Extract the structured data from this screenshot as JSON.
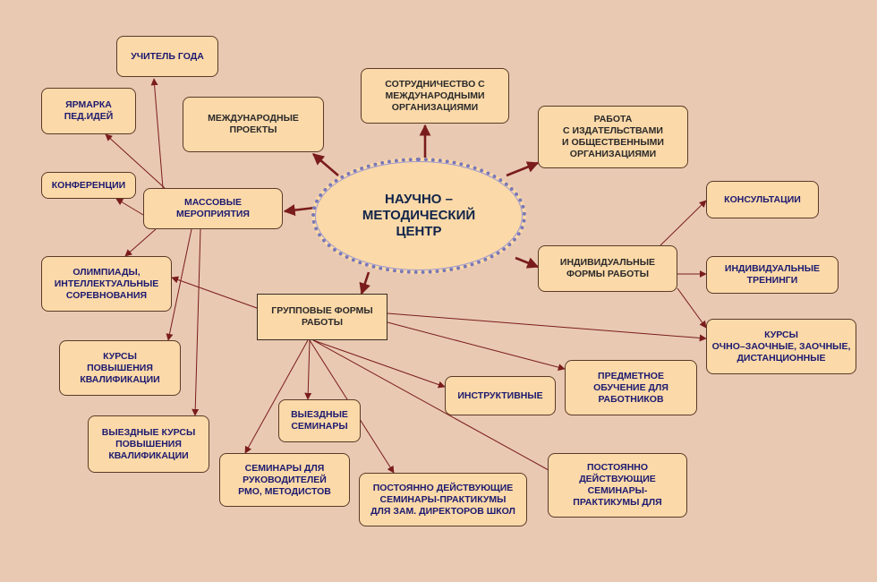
{
  "center": "НАУЧНО –\nМЕТОДИЧЕСКИЙ\nЦЕНТР",
  "nodes": {
    "teacher_of_year": "УЧИТЕЛЬ ГОДА",
    "fair": "ЯРМАРКА\nПЕД.ИДЕЙ",
    "conferences": "КОНФЕРЕНЦИИ",
    "mass_events": "МАССОВЫЕ\nМЕРОПРИЯТИЯ",
    "intl_projects": "МЕЖДУНАРОДНЫЕ\nПРОЕКТЫ",
    "intl_cooperation": "СОТРУДНИЧЕСТВО С\nМЕЖДУНАРОДНЫМИ\nОРГАНИЗАЦИЯМИ",
    "publishers": "РАБОТА\nС ИЗДАТЕЛЬСТВАМИ\nИ ОБЩЕСТВЕННЫМИ\nОРГАНИЗАЦИЯМИ",
    "consultations": "КОНСУЛЬТАЦИИ",
    "individual_forms": "ИНДИВИДУАЛЬНЫЕ\nФОРМЫ РАБОТЫ",
    "individual_trainings": "ИНДИВИДУАЛЬНЫЕ\nТРЕНИНГИ",
    "courses_distance": "КУРСЫ\nОЧНО–ЗАОЧНЫЕ, ЗАОЧНЫЕ,\nДИСТАНЦИОННЫЕ",
    "olympiads": "ОЛИМПИАДЫ,\nИНТЕЛЛЕКТУАЛЬНЫЕ\nСОРЕВНОВАНИЯ",
    "group_forms": "ГРУППОВЫЕ ФОРМЫ\nРАБОТЫ",
    "qualification_courses": "КУРСЫ\nПОВЫШЕНИЯ\nКВАЛИФИКАЦИИ",
    "offsite_courses": "ВЫЕЗДНЫЕ КУРСЫ\nПОВЫШЕНИЯ\nКВАЛИФИКАЦИИ",
    "offsite_seminars": "ВЫЕЗДНЫЕ\nСЕМИНАРЫ",
    "instructive": "ИНСТРУКТИВНЫЕ",
    "subject_training": "ПРЕДМЕТНОЕ\nОБУЧЕНИЕ ДЛЯ\nРАБОТНИКОВ",
    "seminars_rmo": "СЕМИНАРЫ ДЛЯ\nРУКОВОДИТЕЛЕЙ\nРМО, МЕТОДИСТОВ",
    "workshops_deputies": "ПОСТОЯННО  ДЕЙСТВУЮЩИЕ\nСЕМИНАРЫ-ПРАКТИКУМЫ\nДЛЯ ЗАМ. ДИРЕКТОРОВ ШКОЛ",
    "workshops_for": "ПОСТОЯННО\nДЕЙСТВУЮЩИЕ\nСЕМИНАРЫ-\nПРАКТИКУМЫ ДЛЯ"
  },
  "colors": {
    "background": "#e9c9b2",
    "box_fill": "#fcd9a8",
    "box_text": "#1c1a70",
    "arrow": "#7a1c1c",
    "center_border": "#7a78b8"
  }
}
